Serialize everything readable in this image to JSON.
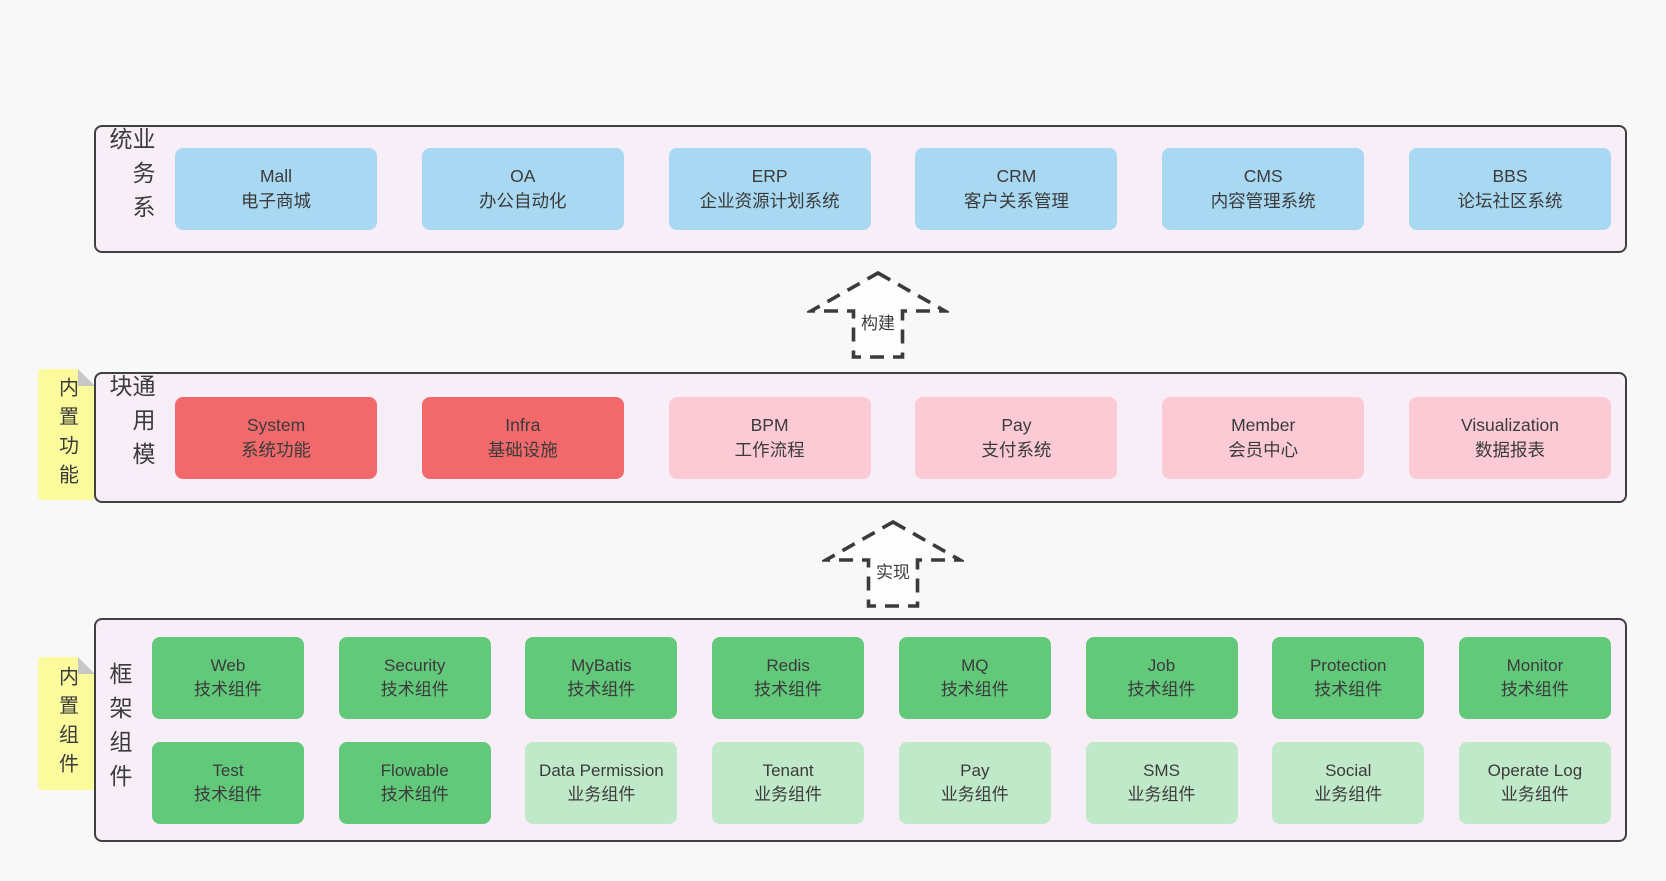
{
  "diagram": {
    "colors": {
      "page_bg": "#f8f8f8",
      "container_bg": "#f8eef7",
      "container_border": "#404040",
      "blue_box": "#a8d8f2",
      "red_box": "#f2696b",
      "pink_box": "#fbcad4",
      "green_box": "#62c87a",
      "light_green_box": "#c0e9ca",
      "sticky_note": "#fbfb9e",
      "text": "#3b3b3b"
    },
    "arrows": [
      {
        "label": "构建"
      },
      {
        "label": "实现"
      }
    ],
    "sections": [
      {
        "label": "业务系统",
        "boxes": [
          {
            "name": "Mall",
            "desc": "电子商城"
          },
          {
            "name": "OA",
            "desc": "办公自动化"
          },
          {
            "name": "ERP",
            "desc": "企业资源计划系统"
          },
          {
            "name": "CRM",
            "desc": "客户关系管理"
          },
          {
            "name": "CMS",
            "desc": "内容管理系统"
          },
          {
            "name": "BBS",
            "desc": "论坛社区系统"
          }
        ]
      },
      {
        "label": "通用模块",
        "note": "内置功能",
        "boxes": [
          {
            "name": "System",
            "desc": "系统功能"
          },
          {
            "name": "Infra",
            "desc": "基础设施"
          },
          {
            "name": "BPM",
            "desc": "工作流程"
          },
          {
            "name": "Pay",
            "desc": "支付系统"
          },
          {
            "name": "Member",
            "desc": "会员中心"
          },
          {
            "name": "Visualization",
            "desc": "数据报表"
          }
        ]
      },
      {
        "label": "框架组件",
        "note": "内置组件",
        "rows": [
          [
            {
              "name": "Web",
              "desc": "技术组件"
            },
            {
              "name": "Security",
              "desc": "技术组件"
            },
            {
              "name": "MyBatis",
              "desc": "技术组件"
            },
            {
              "name": "Redis",
              "desc": "技术组件"
            },
            {
              "name": "MQ",
              "desc": "技术组件"
            },
            {
              "name": "Job",
              "desc": "技术组件"
            },
            {
              "name": "Protection",
              "desc": "技术组件"
            },
            {
              "name": "Monitor",
              "desc": "技术组件"
            }
          ],
          [
            {
              "name": "Test",
              "desc": "技术组件"
            },
            {
              "name": "Flowable",
              "desc": "技术组件"
            },
            {
              "name": "Data Permission",
              "desc": "业务组件"
            },
            {
              "name": "Tenant",
              "desc": "业务组件"
            },
            {
              "name": "Pay",
              "desc": "业务组件"
            },
            {
              "name": "SMS",
              "desc": "业务组件"
            },
            {
              "name": "Social",
              "desc": "业务组件"
            },
            {
              "name": "Operate Log",
              "desc": "业务组件"
            }
          ]
        ]
      }
    ]
  }
}
